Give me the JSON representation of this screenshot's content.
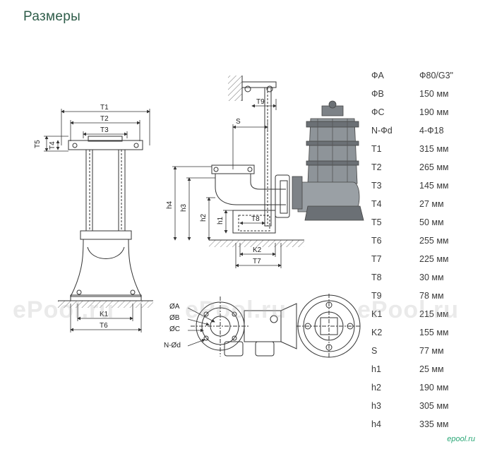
{
  "title": "Размеры",
  "drawing_labels": {
    "T1": "T1",
    "T2": "T2",
    "T3": "T3",
    "T4": "T4",
    "T5": "T5",
    "T6": "T6",
    "T7": "T7",
    "T8": "T8",
    "T9": "T9",
    "K1": "K1",
    "K2": "K2",
    "S": "S",
    "h1": "h1",
    "h2": "h2",
    "h3": "h3",
    "h4": "h4",
    "A": "ØA",
    "B": "ØB",
    "C": "ØC",
    "Nd": "N-Ød"
  },
  "specs": [
    {
      "key": "ФA",
      "value": "Ф80/G3\""
    },
    {
      "key": "ФB",
      "value": "150 мм"
    },
    {
      "key": "ФC",
      "value": "190 мм"
    },
    {
      "key": "N-Фd",
      "value": "4-Ф18"
    },
    {
      "key": "T1",
      "value": "315 мм"
    },
    {
      "key": "T2",
      "value": "265 мм"
    },
    {
      "key": "T3",
      "value": "145 мм"
    },
    {
      "key": "T4",
      "value": "27 мм"
    },
    {
      "key": "T5",
      "value": "50 мм"
    },
    {
      "key": "T6",
      "value": "255 мм"
    },
    {
      "key": "T7",
      "value": "225 мм"
    },
    {
      "key": "T8",
      "value": "30 мм"
    },
    {
      "key": "T9",
      "value": "78 мм"
    },
    {
      "key": "K1",
      "value": "215 мм"
    },
    {
      "key": "K2",
      "value": "155 мм"
    },
    {
      "key": "S",
      "value": "77 мм"
    },
    {
      "key": "h1",
      "value": "25 мм"
    },
    {
      "key": "h2",
      "value": "190 мм"
    },
    {
      "key": "h3",
      "value": "305 мм"
    },
    {
      "key": "h4",
      "value": "335 мм"
    }
  ],
  "watermarks": [
    "ePool.ru",
    "ePool.ru",
    "ePool.ru"
  ],
  "logo": "epool.ru"
}
